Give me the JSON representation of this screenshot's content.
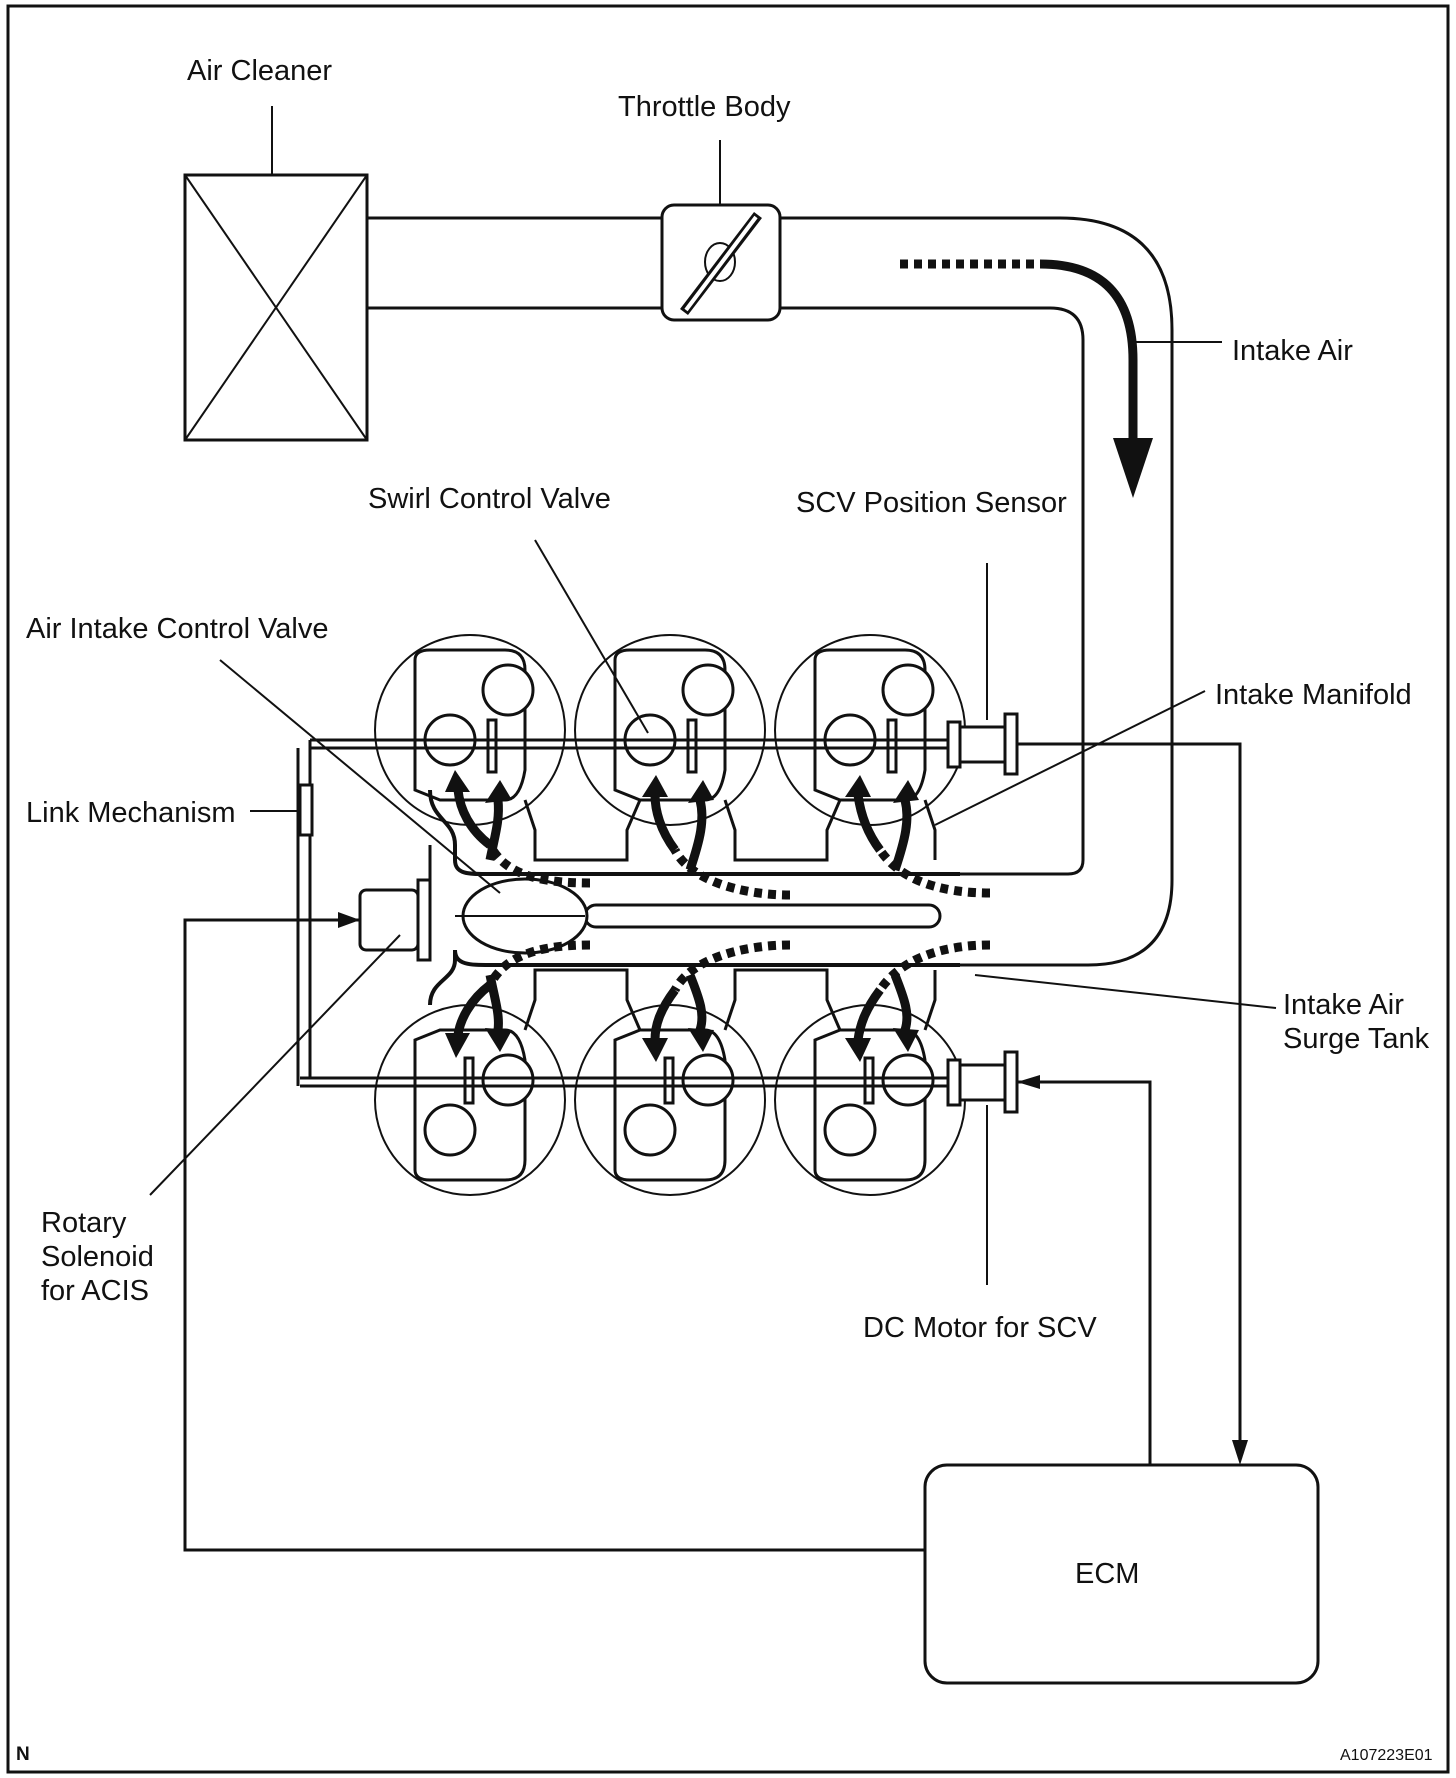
{
  "labels": {
    "air_cleaner": "Air Cleaner",
    "throttle_body": "Throttle Body",
    "intake_air": "Intake Air",
    "swirl_control_valve": "Swirl Control Valve",
    "scv_position_sensor": "SCV Position Sensor",
    "air_intake_control_valve": "Air Intake Control Valve",
    "intake_manifold": "Intake Manifold",
    "link_mechanism": "Link Mechanism",
    "intake_air_surge_tank_line1": "Intake Air",
    "intake_air_surge_tank_line2": "Surge Tank",
    "rotary_solenoid_line1": "Rotary",
    "rotary_solenoid_line2": "Solenoid",
    "rotary_solenoid_line3": "for ACIS",
    "dc_motor_for_scv": "DC Motor for SCV",
    "ecm": "ECM"
  },
  "footer": {
    "corner_mark": "N",
    "figure_id": "A107223E01"
  }
}
